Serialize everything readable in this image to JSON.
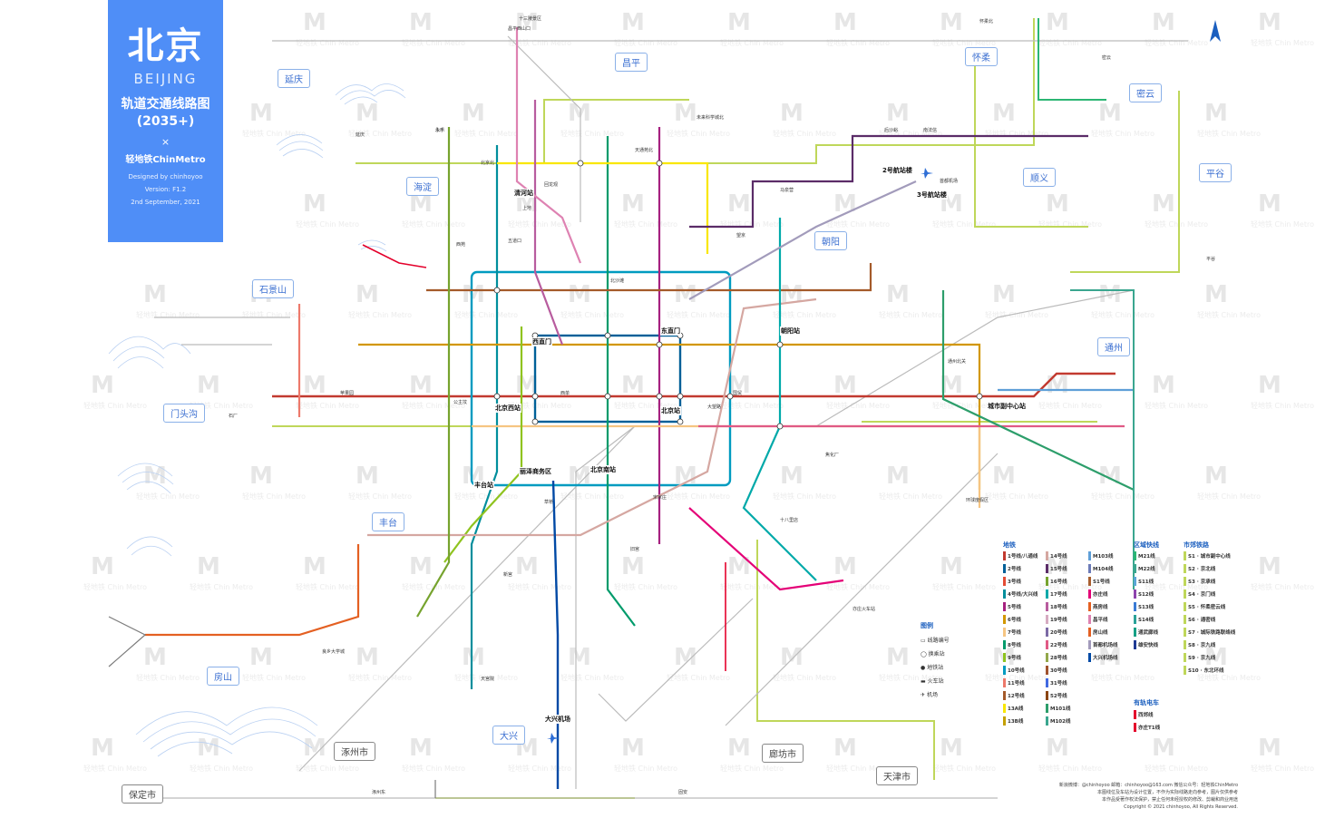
{
  "title": {
    "city_zh": "北京",
    "city_en": "BEIJING",
    "subtitle": "轨道交通线路图",
    "year": "(2035+)",
    "cross": "×",
    "brand": "轻地铁ChinMetro",
    "designed_by": "Designed by chinhoyoo",
    "version": "Version: F1.2",
    "date": "2nd September, 2021"
  },
  "watermark": {
    "logo": "M",
    "text": "轻地铁",
    "sub": "Chin Metro"
  },
  "regions": [
    {
      "name": "延庆"
    },
    {
      "name": "昌平"
    },
    {
      "name": "怀柔"
    },
    {
      "name": "密云"
    },
    {
      "name": "海淀"
    },
    {
      "name": "顺义"
    },
    {
      "name": "平谷"
    },
    {
      "name": "朝阳"
    },
    {
      "name": "石景山"
    },
    {
      "name": "门头沟"
    },
    {
      "name": "通州"
    },
    {
      "name": "丰台"
    },
    {
      "name": "房山"
    },
    {
      "name": "大兴"
    },
    {
      "name": "涿州市"
    },
    {
      "name": "廊坊市"
    },
    {
      "name": "天津市"
    },
    {
      "name": "保定市"
    }
  ],
  "hubs": [
    {
      "name": "清河站"
    },
    {
      "name": "北京西站"
    },
    {
      "name": "北京站"
    },
    {
      "name": "北京南站"
    },
    {
      "name": "丰台站"
    },
    {
      "name": "丽泽商务区"
    },
    {
      "name": "东直门"
    },
    {
      "name": "西直门"
    },
    {
      "name": "朝阳站"
    },
    {
      "name": "城市副中心站"
    },
    {
      "name": "2号航站楼"
    },
    {
      "name": "3号航站楼"
    },
    {
      "name": "大兴机场"
    }
  ],
  "stations": [
    {
      "name": "十三陵景区"
    },
    {
      "name": "昌平西山口"
    },
    {
      "name": "北京北"
    },
    {
      "name": "永丰"
    },
    {
      "name": "天通苑北"
    },
    {
      "name": "未来科学城北"
    },
    {
      "name": "后沙峪"
    },
    {
      "name": "南法信"
    },
    {
      "name": "首都机场"
    },
    {
      "name": "望京"
    },
    {
      "name": "大望路"
    },
    {
      "name": "国贸"
    },
    {
      "name": "西单"
    },
    {
      "name": "公主坟"
    },
    {
      "name": "苹果园"
    },
    {
      "name": "宋家庄"
    },
    {
      "name": "亦庄火车站"
    },
    {
      "name": "五道口"
    },
    {
      "name": "回龙观"
    },
    {
      "name": "上地"
    },
    {
      "name": "西苑"
    },
    {
      "name": "北沙滩"
    },
    {
      "name": "马泉营"
    },
    {
      "name": "草桥"
    },
    {
      "name": "良乡大学城"
    },
    {
      "name": "新宫"
    },
    {
      "name": "通州北关"
    },
    {
      "name": "环球度假区"
    },
    {
      "name": "焦化厂"
    },
    {
      "name": "十八里店"
    },
    {
      "name": "旧宫"
    },
    {
      "name": "天宫院"
    },
    {
      "name": "平谷"
    },
    {
      "name": "密云"
    },
    {
      "name": "怀柔北"
    },
    {
      "name": "石厂"
    },
    {
      "name": "延庆"
    },
    {
      "name": "永乐"
    },
    {
      "name": "固安"
    },
    {
      "name": "涿州东"
    }
  ],
  "legend": {
    "subway_title": "地铁",
    "regional_title": "区域快线",
    "suburban_title": "市郊铁路",
    "tram_title": "有轨电车",
    "subway_lines": [
      {
        "name": "1号线/八通线",
        "color": "#c23a30"
      },
      {
        "name": "2号线",
        "color": "#006098"
      },
      {
        "name": "3号线",
        "color": "#e44c35"
      },
      {
        "name": "4号线/大兴线",
        "color": "#008e9c"
      },
      {
        "name": "5号线",
        "color": "#a6217f"
      },
      {
        "name": "6号线",
        "color": "#d29700"
      },
      {
        "name": "7号线",
        "color": "#f6c582"
      },
      {
        "name": "8号线",
        "color": "#009b6b"
      },
      {
        "name": "9号线",
        "color": "#8fc31f"
      },
      {
        "name": "10号线",
        "color": "#009bc0"
      },
      {
        "name": "11号线",
        "color": "#ed796b"
      },
      {
        "name": "12号线",
        "color": "#a45a2a"
      },
      {
        "name": "13A线",
        "color": "#f9e700"
      },
      {
        "name": "13B线",
        "color": "#c4a000"
      },
      {
        "name": "14号线",
        "color": "#d5a7a1"
      },
      {
        "name": "15号线",
        "color": "#5b2c68"
      },
      {
        "name": "16号线",
        "color": "#76a32e"
      },
      {
        "name": "17号线",
        "color": "#00a9a9"
      },
      {
        "name": "18号线",
        "color": "#b85c9e"
      },
      {
        "name": "19号线",
        "color": "#d6abc1"
      },
      {
        "name": "20号线",
        "color": "#7c6aa5"
      },
      {
        "name": "22号线",
        "color": "#e05a85"
      },
      {
        "name": "28号线",
        "color": "#93a84b"
      },
      {
        "name": "30号线",
        "color": "#a0522d"
      },
      {
        "name": "31号线",
        "color": "#4169e1"
      },
      {
        "name": "52号线",
        "color": "#8b4513"
      },
      {
        "name": "M101线",
        "color": "#2d9e6b"
      },
      {
        "name": "M102线",
        "color": "#3aa68f"
      },
      {
        "name": "M103线",
        "color": "#5e9fd8"
      },
      {
        "name": "M104线",
        "color": "#6c7bb8"
      },
      {
        "name": "S1号线",
        "color": "#a85f2f"
      },
      {
        "name": "亦庄线",
        "color": "#e40077"
      },
      {
        "name": "燕房线",
        "color": "#e46022"
      },
      {
        "name": "昌平线",
        "color": "#de82b2"
      },
      {
        "name": "房山线",
        "color": "#e46022"
      },
      {
        "name": "首都机场线",
        "color": "#a29bbb"
      },
      {
        "name": "大兴机场线",
        "color": "#0049a5"
      }
    ],
    "regional_lines": [
      {
        "name": "M21线",
        "color": "#2bb673"
      },
      {
        "name": "M22线",
        "color": "#3aa68f"
      },
      {
        "name": "S11线",
        "color": "#5ba6d6"
      },
      {
        "name": "S12线",
        "color": "#8e44ad"
      },
      {
        "name": "S13线",
        "color": "#3a7bd5"
      },
      {
        "name": "S14线",
        "color": "#2aa198"
      },
      {
        "name": "通武廊线",
        "color": "#16a085"
      },
      {
        "name": "雄安快线",
        "color": "#1f3a93"
      }
    ],
    "tram_lines": [
      {
        "name": "西郊线",
        "color": "#e4002b"
      },
      {
        "name": "亦庄T1线",
        "color": "#e4002b"
      }
    ],
    "suburban_lines": [
      {
        "name": "S1 · 城市副中心线",
        "color": "#bfd75a"
      },
      {
        "name": "S2 · 京北线",
        "color": "#bfd75a"
      },
      {
        "name": "S3 · 京承线",
        "color": "#bfd75a"
      },
      {
        "name": "S4 · 京门线",
        "color": "#bfd75a"
      },
      {
        "name": "S5 · 怀柔密云线",
        "color": "#bfd75a"
      },
      {
        "name": "S6 · 通密线",
        "color": "#bfd75a"
      },
      {
        "name": "S7 · 城际铁路联络线",
        "color": "#bfd75a"
      },
      {
        "name": "S8 · 京九线",
        "color": "#bfd75a"
      },
      {
        "name": "S9 · 京九线",
        "color": "#bfd75a"
      },
      {
        "name": "S10 · 东北环线",
        "color": "#bfd75a"
      }
    ]
  },
  "map_legend": {
    "title": "图例",
    "items": [
      "线路编号",
      "换乘站",
      "地铁站",
      "火车站",
      "机场"
    ]
  },
  "credits": {
    "weibo": "新浪微博：@chinhoyoo",
    "email": "邮箱：chinhoyoo@163.com",
    "wechat": "微信公众号：轻地铁ChinMetro",
    "note1": "本图线位及车站为设计位置，不作为实际线路走向参考，图片仅供参考",
    "note2": "本作品受著作权法保护，禁止任何未经授权的修改、剪裁和商业用途",
    "copyright": "Copyright © 2021 chinhoyoo, All Rights Reserved."
  }
}
